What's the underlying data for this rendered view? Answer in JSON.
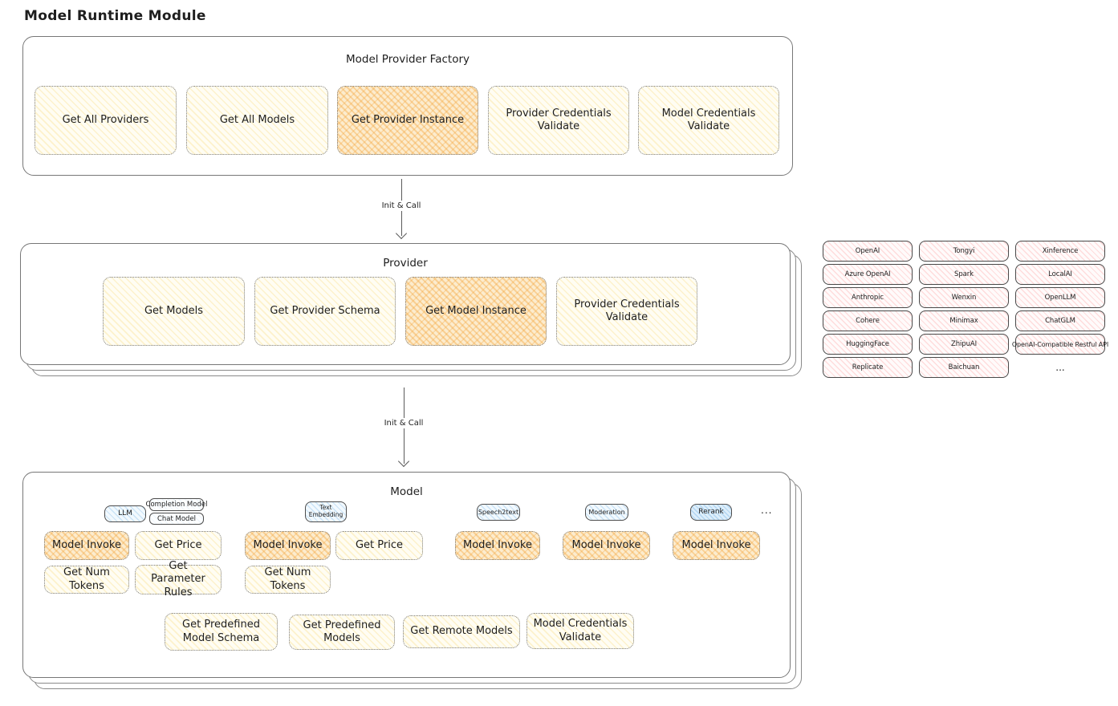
{
  "title": "Model Runtime Module",
  "colors": {
    "yellow_box": "#fff7d9",
    "orange_highlight": "#fbd9a2",
    "pink_box": "#ffdede",
    "blue_tag": "#cfe7f8",
    "border_dark": "#4d4d4d"
  },
  "arrows": {
    "top": "Init & Call",
    "bottom": "Init & Call"
  },
  "factory": {
    "title": "Model Provider Factory",
    "boxes": [
      {
        "label": "Get All Providers",
        "highlighted": false
      },
      {
        "label": "Get All Models",
        "highlighted": false
      },
      {
        "label": "Get Provider Instance",
        "highlighted": true
      },
      {
        "label": "Provider Credentials Validate",
        "highlighted": false
      },
      {
        "label": "Model Credentials Validate",
        "highlighted": false
      }
    ]
  },
  "provider": {
    "title": "Provider",
    "boxes": [
      {
        "label": "Get Models",
        "highlighted": false
      },
      {
        "label": "Get Provider Schema",
        "highlighted": false
      },
      {
        "label": "Get Model Instance",
        "highlighted": true
      },
      {
        "label": "Provider Credentials Validate",
        "highlighted": false
      }
    ]
  },
  "providers_panel": {
    "items": [
      "OpenAI",
      "Tongyi",
      "Xinference",
      "Azure OpenAI",
      "Spark",
      "LocalAI",
      "Anthropic",
      "Wenxin",
      "OpenLLM",
      "Cohere",
      "Minimax",
      "ChatGLM",
      "HuggingFace",
      "ZhipuAI",
      "OpenAI-Compatible Restful API",
      "Replicate",
      "Baichuan"
    ],
    "more": "..."
  },
  "model": {
    "title": "Model",
    "types": {
      "llm": "LLM",
      "text_embedding": "Text Embedding",
      "speech2text": "Speech2text",
      "moderation": "Moderation",
      "rerank": "Rerank"
    },
    "llm_subtypes": [
      "Completion Model",
      "Chat Model"
    ],
    "more": "...",
    "functions": {
      "model_invoke": "Model Invoke",
      "get_price": "Get Price",
      "get_num_tokens": "Get Num Tokens",
      "get_parameter_rules": "Get Parameter Rules"
    },
    "common": [
      "Get Predefined Model Schema",
      "Get Predefined Models",
      "Get Remote Models",
      "Model Credentials Validate"
    ]
  }
}
